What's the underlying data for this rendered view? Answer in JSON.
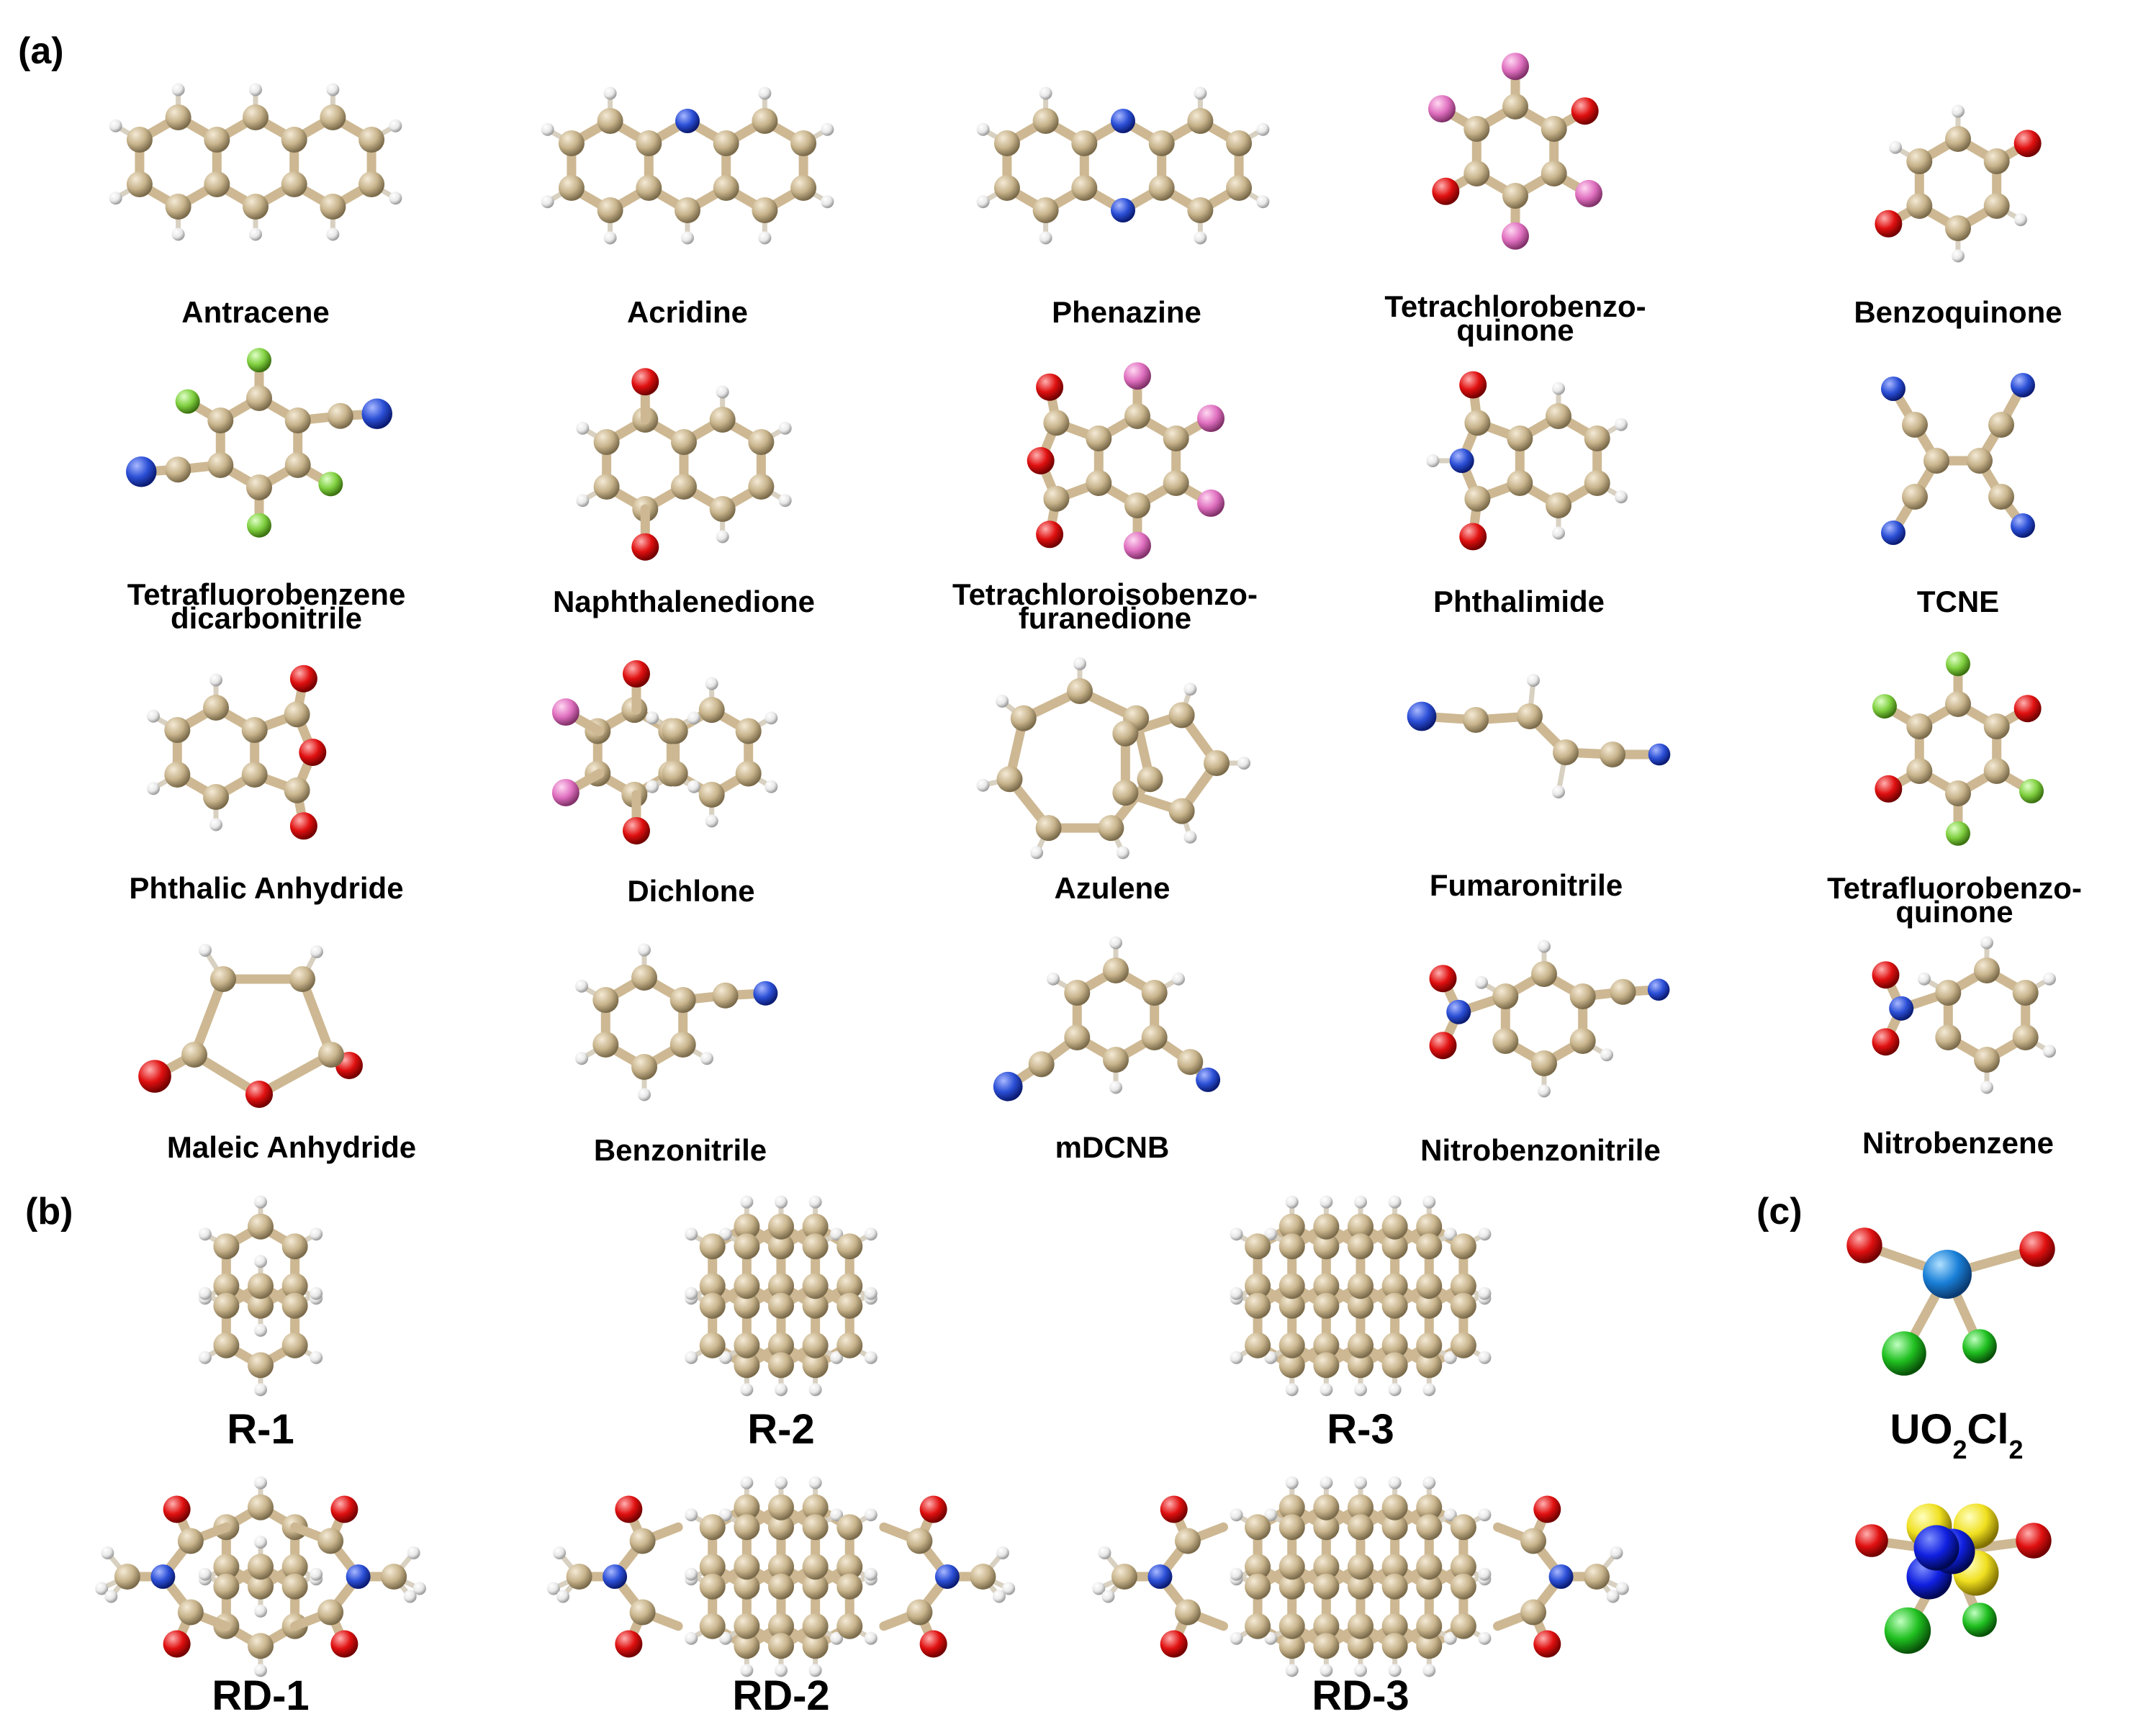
{
  "panels": {
    "a": "(a)",
    "b": "(b)",
    "c": "(c)"
  },
  "panel_a": [
    {
      "label_lines": [
        "Antracene"
      ]
    },
    {
      "label_lines": [
        "Acridine"
      ]
    },
    {
      "label_lines": [
        "Phenazine"
      ]
    },
    {
      "label_lines": [
        "Tetrachlorobenzo-",
        "quinone"
      ]
    },
    {
      "label_lines": [
        "Benzoquinone"
      ]
    },
    {
      "label_lines": [
        "Tetrafluorobenzene",
        "dicarbonitrile"
      ]
    },
    {
      "label_lines": [
        "Naphthalenedione"
      ]
    },
    {
      "label_lines": [
        "Tetrachloroisobenzo-",
        "furanedione"
      ]
    },
    {
      "label_lines": [
        "Phthalimide"
      ]
    },
    {
      "label_lines": [
        "TCNE"
      ]
    },
    {
      "label_lines": [
        "Phthalic Anhydride"
      ]
    },
    {
      "label_lines": [
        "Dichlone"
      ]
    },
    {
      "label_lines": [
        "Azulene"
      ]
    },
    {
      "label_lines": [
        "Fumaronitrile"
      ]
    },
    {
      "label_lines": [
        "Tetrafluorobenzo-",
        "quinone"
      ]
    },
    {
      "label_lines": [
        "Maleic Anhydride"
      ]
    },
    {
      "label_lines": [
        "Benzonitrile"
      ]
    },
    {
      "label_lines": [
        "mDCNB"
      ]
    },
    {
      "label_lines": [
        "Nitrobenzonitrile"
      ]
    },
    {
      "label_lines": [
        "Nitrobenzene"
      ]
    }
  ],
  "panel_b": [
    {
      "label": "R-1"
    },
    {
      "label": "R-2"
    },
    {
      "label": "R-3"
    },
    {
      "label": "RD-1"
    },
    {
      "label": "RD-2"
    },
    {
      "label": "RD-3"
    }
  ],
  "panel_c": {
    "formula_main": "UO",
    "sub1": "2",
    "formula_mid": "Cl",
    "sub2": "2"
  },
  "atom_colors": {
    "C": "#c8b48c",
    "H": "#f2f2f2",
    "N": "#2b4fd6",
    "O": "#e01010",
    "Cl": "#e070c0",
    "F": "#80d040",
    "U": "#1a80d8",
    "Cl_c": "#20c020",
    "orb_pos": "#f0e020",
    "orb_neg": "#1020e0"
  }
}
